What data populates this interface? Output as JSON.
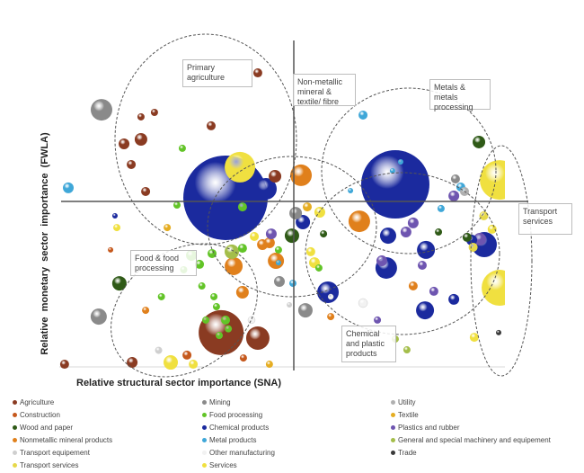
{
  "chart_data": {
    "type": "scatter",
    "subtype": "bubble",
    "title": "",
    "xlabel": "Relative structural sector importance (SNA)",
    "ylabel": "Relative monetary  sector importance (FWLA)",
    "xlim": [
      -100,
      100
    ],
    "ylim": [
      -100,
      100
    ],
    "grid": false,
    "legend_position": "bottom",
    "annotations": [
      {
        "id": "primary-agriculture",
        "text": "Primary agriculture"
      },
      {
        "id": "non-metallic",
        "text": "Non-metallic mineral & textile/ fibre"
      },
      {
        "id": "metals",
        "text": "Metals & metals processing"
      },
      {
        "id": "transport-services",
        "text": "Transport services"
      },
      {
        "id": "food",
        "text": "Food & food processing"
      },
      {
        "id": "chemical",
        "text": "Chemical and plastic products"
      }
    ],
    "legend_columns": [
      [
        "Agriculture",
        "Construction",
        "Wood and paper",
        "Nonmetallic mineral products",
        "Transport equipement",
        "Transport services"
      ],
      [
        "Mining",
        "Food processing",
        "Chemical products",
        "Metal products",
        "Other manufacturing",
        "Services"
      ],
      [
        "Utility",
        "Textile",
        "Plastics and rubber",
        "General and special machinery and equipement",
        "Trade"
      ]
    ],
    "series": [
      {
        "name": "Agriculture",
        "color": "#8a3b22",
        "points": [
          [
            -15.3,
            77.7,
            0.25
          ],
          [
            -65.6,
            51.1,
            0.16
          ],
          [
            -59.8,
            53.8,
            0.16
          ],
          [
            -65.6,
            37.5,
            0.49
          ],
          [
            -72.9,
            34.8,
            0.36
          ],
          [
            -69.8,
            22.3,
            0.25
          ],
          [
            -63.6,
            6.0,
            0.25
          ],
          [
            -35.4,
            45.7,
            0.25
          ],
          [
            -7.9,
            15.2,
            0.49
          ],
          [
            -31.1,
            -79.3,
            6.25
          ],
          [
            -15.3,
            -82.6,
            1.69
          ],
          [
            -69.4,
            -97.3,
            0.36
          ],
          [
            -98.5,
            -98.4,
            0.25
          ]
        ]
      },
      {
        "name": "Construction",
        "color": "#c5581c",
        "points": [
          [
            -45.8,
            -92.9,
            0.25
          ],
          [
            -21.5,
            -94.6,
            0.16
          ],
          [
            -78.7,
            -29.3,
            0.09
          ]
        ]
      },
      {
        "name": "Wood and paper",
        "color": "#2f5a17",
        "points": [
          [
            79.9,
            35.9,
            0.49
          ],
          [
            -74.9,
            -49.5,
            0.64
          ],
          [
            -0.6,
            -20.7,
            0.64
          ],
          [
            13.0,
            -19.6,
            0.16
          ],
          [
            62.5,
            -18.5,
            0.16
          ],
          [
            74.8,
            -21.7,
            0.25
          ]
        ]
      },
      {
        "name": "Nonmetallic mineral products",
        "color": "#e0801c",
        "points": [
          [
            3.3,
            15.8,
            1.44
          ],
          [
            28.4,
            -12.0,
            1.44
          ],
          [
            -7.5,
            -35.9,
            0.81
          ],
          [
            -25.7,
            -39.1,
            1.0
          ],
          [
            -13.3,
            -26.1,
            0.36
          ],
          [
            -10.3,
            -25.0,
            0.36
          ],
          [
            -21.9,
            -54.9,
            0.49
          ],
          [
            51.6,
            -51.1,
            0.25
          ],
          [
            16.1,
            -69.6,
            0.16
          ],
          [
            -63.6,
            -65.8,
            0.16
          ]
        ]
      },
      {
        "name": "Transport equipement",
        "color": "#cfcfcf",
        "points": [
          [
            -58.0,
            -90.0,
            0.16
          ],
          [
            -1.7,
            -62.5,
            0.09
          ]
        ]
      },
      {
        "name": "Transport services",
        "color": "#e6d84a",
        "points": [
          [
            82.0,
            -8.7,
            0.25
          ],
          [
            77.4,
            -27.7,
            0.25
          ]
        ]
      },
      {
        "name": "Mining",
        "color": "#8a8a8a",
        "points": [
          [
            -82.6,
            55.4,
            1.44
          ],
          [
            -83.8,
            -69.6,
            0.81
          ],
          [
            1.0,
            -7.1,
            0.49
          ],
          [
            5.2,
            -65.8,
            0.64
          ],
          [
            -6.0,
            -48.4,
            0.36
          ],
          [
            69.8,
            13.6,
            0.25
          ]
        ]
      },
      {
        "name": "Food processing",
        "color": "#62c427",
        "points": [
          [
            -43.9,
            -32.6,
            0.36
          ],
          [
            -40.4,
            -38.0,
            0.25
          ],
          [
            -35.0,
            -31.5,
            0.25
          ],
          [
            -34.2,
            -57.6,
            0.16
          ],
          [
            -39.4,
            -51.1,
            0.16
          ],
          [
            -21.9,
            -28.3,
            0.25
          ],
          [
            -47.2,
            -41.3,
            0.16
          ],
          [
            -56.8,
            -57.6,
            0.16
          ],
          [
            -50.1,
            -2.2,
            0.16
          ],
          [
            -6.4,
            -29.3,
            0.16
          ],
          [
            11.0,
            -40.2,
            0.16
          ],
          [
            -29.2,
            -71.7,
            0.25
          ],
          [
            -37.7,
            -71.7,
            0.16
          ],
          [
            -33.1,
            -63.6,
            0.16
          ],
          [
            -21.9,
            -3.3,
            0.25
          ],
          [
            -47.8,
            32.1,
            0.16
          ],
          [
            -31.9,
            -81.0,
            0.16
          ],
          [
            -28.0,
            -77.0,
            0.16
          ]
        ]
      },
      {
        "name": "Chemical products",
        "color": "#1b2a9e",
        "points": [
          [
            -29.2,
            2.2,
            22.09
          ],
          [
            -11.8,
            7.6,
            1.44
          ],
          [
            43.9,
            10.3,
            14.44
          ],
          [
            4.1,
            -12.5,
            0.64
          ],
          [
            14.9,
            -54.9,
            1.44
          ],
          [
            40.8,
            -20.7,
            0.81
          ],
          [
            57.1,
            -29.3,
            1.0
          ],
          [
            40.0,
            -40.2,
            1.44
          ],
          [
            56.7,
            -65.8,
            1.0
          ],
          [
            69.1,
            -59.2,
            0.36
          ],
          [
            82.2,
            -26.1,
            1.96
          ],
          [
            -76.8,
            -8.7,
            0.09
          ],
          [
            76.8,
            -23.4,
            0.36
          ]
        ]
      },
      {
        "name": "Metal products",
        "color": "#3fa7d8",
        "points": [
          [
            -96.9,
            8.2,
            0.36
          ],
          [
            30.0,
            52.2,
            0.25
          ],
          [
            63.6,
            -4.3,
            0.16
          ],
          [
            72.1,
            8.7,
            0.25
          ],
          [
            42.7,
            18.5,
            0.09
          ],
          [
            24.6,
            6.5,
            0.09
          ],
          [
            -0.2,
            -49.5,
            0.16
          ],
          [
            46.2,
            23.9,
            0.09
          ],
          [
            -6.4,
            -37.0,
            0.09
          ]
        ]
      },
      {
        "name": "Other manufacturing",
        "color": "#f2f2f2",
        "points": [
          [
            30.0,
            -61.4,
            0.25
          ],
          [
            -18.0,
            -71.7,
            0.16
          ],
          [
            16.1,
            -57.6,
            0.09
          ]
        ]
      },
      {
        "name": "Services",
        "color": "#f0e040",
        "points": [
          [
            -23.0,
            20.7,
            2.89
          ],
          [
            88.8,
            13.0,
            4.84
          ],
          [
            88.8,
            -52.2,
            4.0
          ],
          [
            -16.8,
            -21.2,
            0.25
          ],
          [
            9.1,
            -37.0,
            0.36
          ],
          [
            7.5,
            -30.4,
            0.25
          ],
          [
            -76.0,
            -15.8,
            0.16
          ],
          [
            -52.8,
            -97.3,
            0.64
          ],
          [
            -43.1,
            -98.4,
            0.25
          ],
          [
            11.4,
            -6.5,
            0.36
          ],
          [
            85.6,
            -16.8,
            0.25
          ],
          [
            77.9,
            -82.1,
            0.25
          ]
        ]
      },
      {
        "name": "Utility",
        "color": "#b0b0b0",
        "points": [
          [
            73.7,
            6.0,
            0.25
          ]
        ]
      },
      {
        "name": "Textile",
        "color": "#e5ad22",
        "points": [
          [
            6.0,
            -3.3,
            0.25
          ],
          [
            -54.3,
            -15.8,
            0.16
          ],
          [
            -10.3,
            -98.4,
            0.16
          ]
        ]
      },
      {
        "name": "Plastics and rubber",
        "color": "#6e55b0",
        "points": [
          [
            51.6,
            -13.0,
            0.36
          ],
          [
            48.5,
            -18.5,
            0.36
          ],
          [
            38.1,
            -35.9,
            0.36
          ],
          [
            69.1,
            3.3,
            0.36
          ],
          [
            60.5,
            -54.3,
            0.25
          ],
          [
            55.5,
            -38.6,
            0.25
          ],
          [
            36.2,
            -71.7,
            0.16
          ],
          [
            -9.5,
            -19.6,
            0.36
          ],
          [
            80.3,
            -22.8,
            0.49
          ]
        ]
      },
      {
        "name": "General and special machinery and equipement",
        "color": "#a4be4a",
        "points": [
          [
            -26.5,
            -30.4,
            0.64
          ],
          [
            48.9,
            -89.7,
            0.16
          ],
          [
            43.9,
            -83.2,
            0.16
          ]
        ]
      },
      {
        "name": "Trade",
        "color": "#3a3a3a",
        "points": [
          [
            88.4,
            -79.3,
            0.09
          ]
        ]
      }
    ]
  }
}
